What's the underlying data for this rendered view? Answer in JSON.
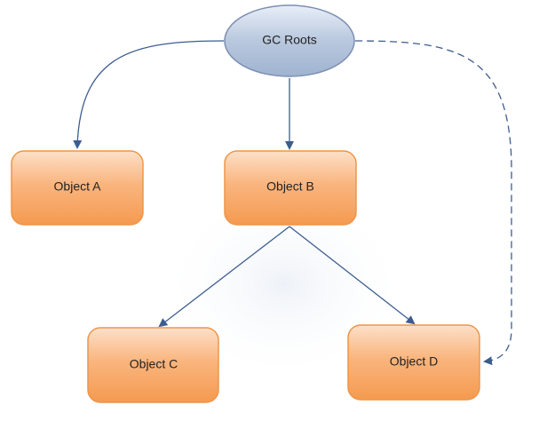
{
  "diagram": {
    "nodes": {
      "root": {
        "label": "GC Roots",
        "shape": "ellipse",
        "color": "#b4c4dc"
      },
      "a": {
        "label": "Object A",
        "shape": "rounded-rect",
        "color": "#f7a868"
      },
      "b": {
        "label": "Object B",
        "shape": "rounded-rect",
        "color": "#f7a868"
      },
      "c": {
        "label": "Object C",
        "shape": "rounded-rect",
        "color": "#f7a868"
      },
      "d": {
        "label": "Object D",
        "shape": "rounded-rect",
        "color": "#f7a868"
      }
    },
    "edges": [
      {
        "from": "GC Roots",
        "to": "Object A",
        "style": "solid"
      },
      {
        "from": "GC Roots",
        "to": "Object B",
        "style": "solid"
      },
      {
        "from": "GC Roots",
        "to": "Object D",
        "style": "dashed"
      },
      {
        "from": "Object B",
        "to": "Object C",
        "style": "solid"
      },
      {
        "from": "Object B",
        "to": "Object D",
        "style": "solid"
      }
    ],
    "edge_color": "#3d5d8f"
  }
}
